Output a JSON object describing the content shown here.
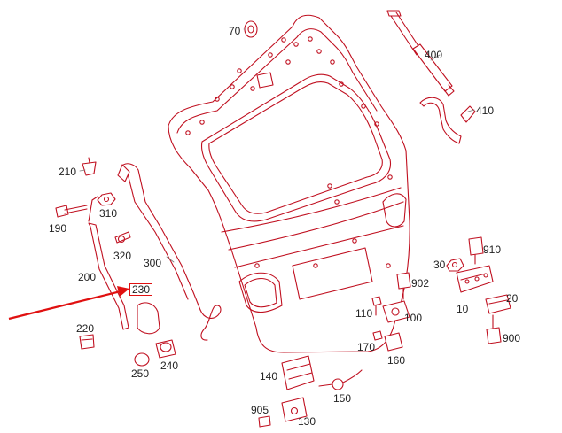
{
  "colors": {
    "part_outline": "#c01020",
    "part_fill": "#ffffff",
    "label_text": "#222222",
    "callout_arrow": "#e01010",
    "callout_box": "#e01010"
  },
  "highlighted_part": "230",
  "parts": [
    {
      "id": "p70",
      "label": "70"
    },
    {
      "id": "p400",
      "label": "400"
    },
    {
      "id": "p410",
      "label": "410"
    },
    {
      "id": "p210",
      "label": "210"
    },
    {
      "id": "p310",
      "label": "310"
    },
    {
      "id": "p190",
      "label": "190"
    },
    {
      "id": "p320",
      "label": "320"
    },
    {
      "id": "p300",
      "label": "300"
    },
    {
      "id": "p200",
      "label": "200"
    },
    {
      "id": "p230",
      "label": "230"
    },
    {
      "id": "p220",
      "label": "220"
    },
    {
      "id": "p240",
      "label": "240"
    },
    {
      "id": "p250",
      "label": "250"
    },
    {
      "id": "p910",
      "label": "910"
    },
    {
      "id": "p30",
      "label": "30"
    },
    {
      "id": "p902",
      "label": "902"
    },
    {
      "id": "p20",
      "label": "20"
    },
    {
      "id": "p10",
      "label": "10"
    },
    {
      "id": "p110",
      "label": "110"
    },
    {
      "id": "p100",
      "label": "100"
    },
    {
      "id": "p900",
      "label": "900"
    },
    {
      "id": "p170",
      "label": "170"
    },
    {
      "id": "p160",
      "label": "160"
    },
    {
      "id": "p140",
      "label": "140"
    },
    {
      "id": "p150",
      "label": "150"
    },
    {
      "id": "p905",
      "label": "905"
    },
    {
      "id": "p130",
      "label": "130"
    }
  ]
}
